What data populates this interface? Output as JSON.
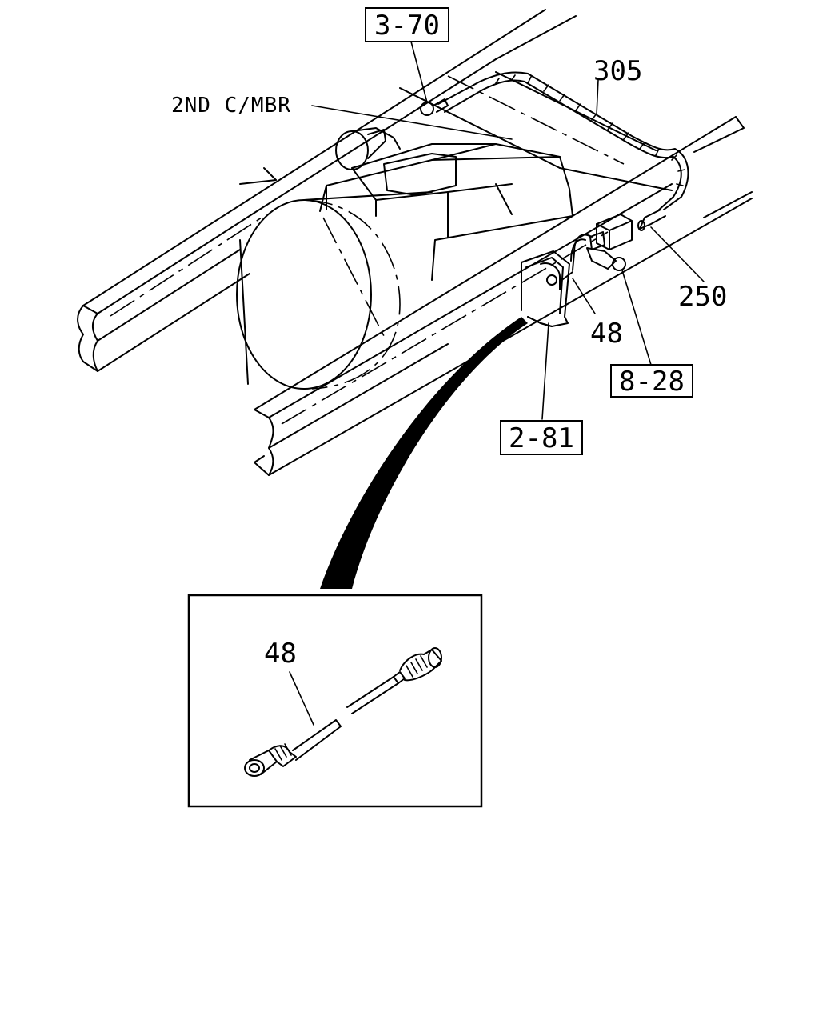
{
  "callouts": {
    "ref_3_70": "3-70",
    "part_305": "305",
    "crossmember": "2ND C/MBR",
    "part_250": "250",
    "part_48": "48",
    "ref_8_28": "8-28",
    "ref_2_81": "2-81",
    "inset_48": "48"
  },
  "icons": [
    "frame-rail",
    "transmission",
    "fuel-tank",
    "speed-sensor",
    "hose-assembly"
  ]
}
